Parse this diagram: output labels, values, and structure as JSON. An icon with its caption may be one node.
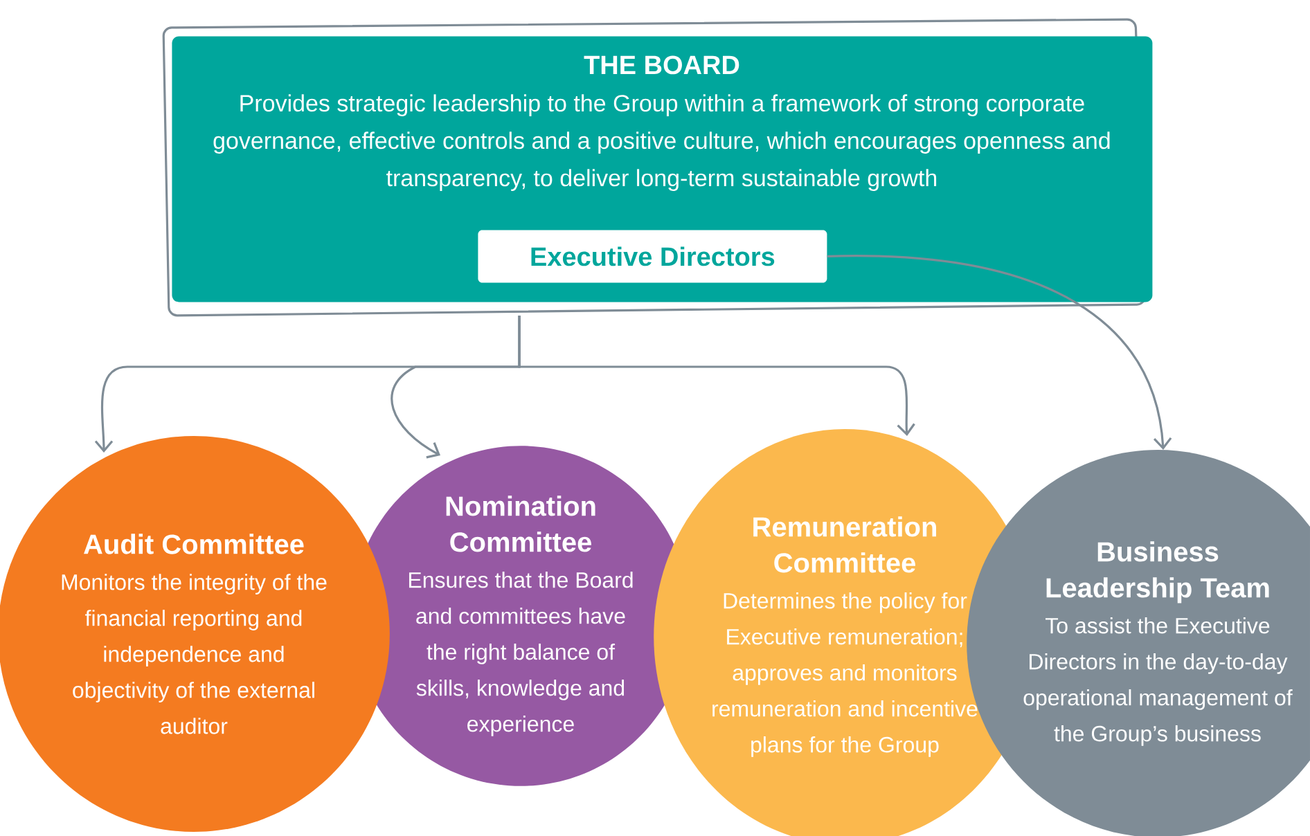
{
  "diagram": {
    "nodes": [
      {
        "text": [
          "THE BOARD",
          "Provides strategic leadership to the Group within a framework of strong corporate governance, effective controls and a positive culture, which encourages openness and transparency, to deliver long-term sustainable growth"
        ]
      },
      {
        "text": [
          "Executive Directors"
        ],
        "in": 0
      },
      {
        "text": [
          "Audit Committee",
          "Monitors the integrity of the financial reporting and independence and objectivity of the external auditor"
        ]
      },
      {
        "text": [
          "Nomination Committee",
          "Ensures that the Board and committees have the right balance of skills, knowledge and experience"
        ]
      },
      {
        "text": [
          "Remuneration Committee",
          "Determines the policy for Executive remuneration; approves and monitors remuneration and incentive plans for the Group"
        ]
      },
      {
        "text": [
          "Business Leadership Team",
          "To assist the Executive Directors in the day-to-day operational management of the Group’s business"
        ]
      }
    ],
    "edges": [
      {
        "from": 0,
        "to": 2,
        "arrow": "to"
      },
      {
        "from": 0,
        "to": 3,
        "arrow": "to"
      },
      {
        "from": 0,
        "to": 4,
        "arrow": "to"
      },
      {
        "from": 1,
        "to": 5,
        "arrow": "to"
      }
    ]
  }
}
